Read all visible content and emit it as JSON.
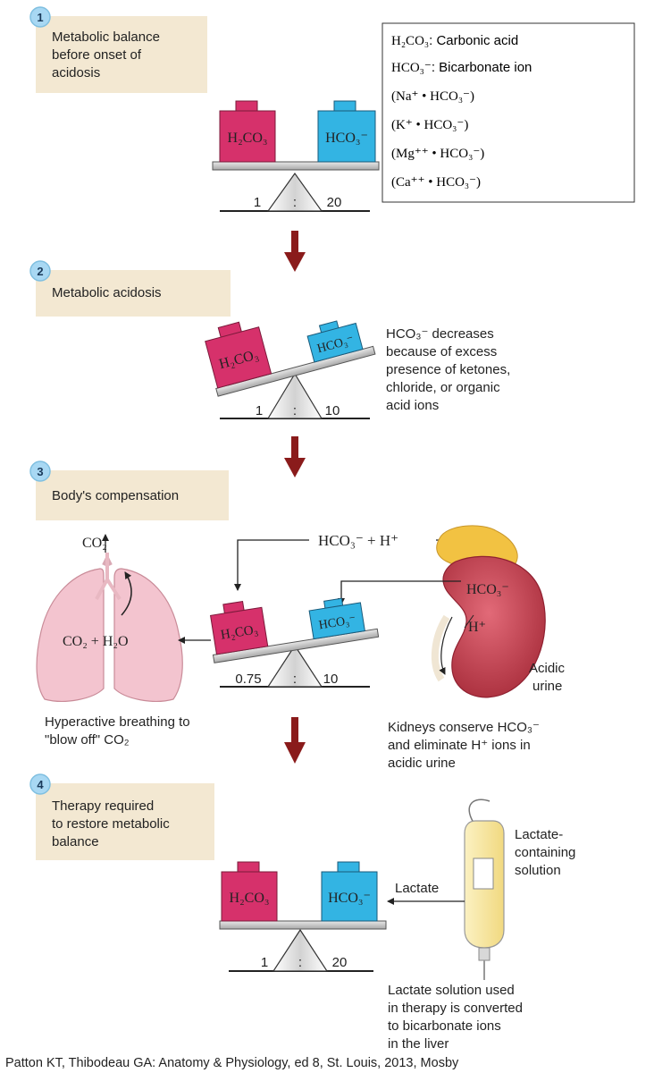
{
  "steps": [
    {
      "number": "1",
      "title_lines": [
        "Metabolic balance",
        "before onset of",
        "acidosis"
      ]
    },
    {
      "number": "2",
      "title_lines": [
        "Metabolic acidosis"
      ]
    },
    {
      "number": "3",
      "title_lines": [
        "Body's compensation"
      ]
    },
    {
      "number": "4",
      "title_lines": [
        "Therapy required",
        "to restore metabolic",
        "balance"
      ]
    }
  ],
  "legend": [
    {
      "formula": "H₂CO₃",
      "desc": ": Carbonic acid"
    },
    {
      "formula": "HCO₃⁻",
      "desc": ": Bicarbonate ion"
    },
    {
      "formula": "(Na⁺ • HCO₃⁻)",
      "desc": ""
    },
    {
      "formula": "(K⁺ • HCO₃⁻)",
      "desc": ""
    },
    {
      "formula": "(Mg⁺⁺ • HCO₃⁻)",
      "desc": ""
    },
    {
      "formula": "(Ca⁺⁺ • HCO₃⁻)",
      "desc": ""
    }
  ],
  "weights": {
    "acid": "H₂CO₃",
    "base": "HCO₃⁻"
  },
  "ratios": [
    {
      "left": "1",
      "right": "20"
    },
    {
      "left": "1",
      "right": "10"
    },
    {
      "left": "0.75",
      "right": "10"
    },
    {
      "left": "1",
      "right": "20"
    }
  ],
  "ratio_colon": ":",
  "step2_note": [
    "HCO₃⁻ decreases",
    "because of excess",
    "presence of ketones,",
    "chloride, or organic",
    "acid ions"
  ],
  "step3": {
    "reaction": "HCO₃⁻ + H⁺",
    "co2": "CO₂",
    "lung_eq": "CO₂ + H₂O",
    "kidney_hco3": "HCO₃⁻",
    "kidney_h": "H⁺",
    "acidic_urine": [
      "Acidic",
      "urine"
    ],
    "breathing_note": [
      "Hyperactive breathing to",
      "\"blow off\" CO₂"
    ],
    "kidney_note": [
      "Kidneys conserve HCO₃⁻",
      "and eliminate H⁺ ions in",
      "acidic urine"
    ]
  },
  "step4": {
    "lactate_label": "Lactate",
    "bag_label": [
      "Lactate-",
      "containing",
      "solution"
    ],
    "note": [
      "Lactate solution used",
      "in therapy is converted",
      "to bicarbonate ions",
      "in the liver"
    ]
  },
  "citation": "Patton KT, Thibodeau GA: Anatomy & Physiology, ed 8, St. Louis, 2013, Mosby",
  "colors": {
    "acid": "#d6316b",
    "base": "#33b4e3",
    "step_box": "#f3e8d2",
    "badge": "#a8d8f3",
    "arrow": "#8a1b1b",
    "lung": "#f3c4cf",
    "kidney": "#c73a4a",
    "adrenal": "#f2c242",
    "bag": "#f8e8a2"
  }
}
